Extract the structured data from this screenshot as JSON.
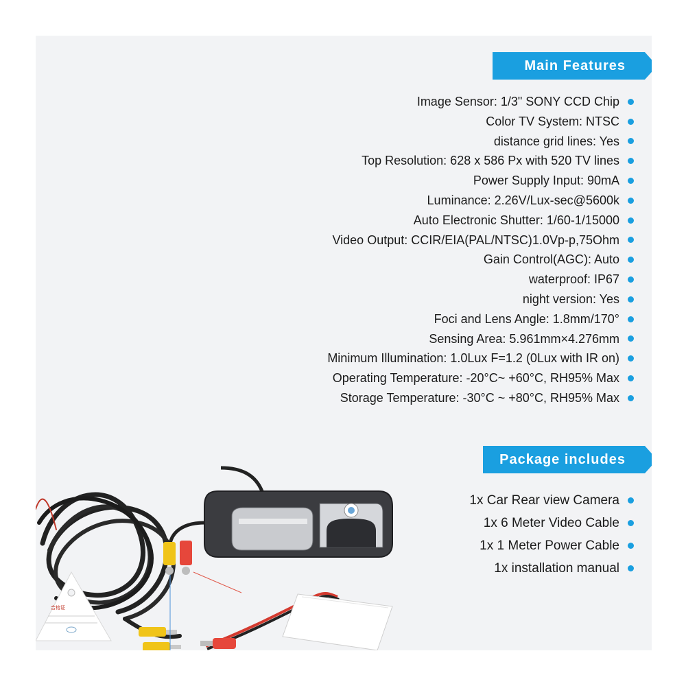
{
  "main_features": {
    "title": "Main Features",
    "items": [
      "Image Sensor: 1/3\" SONY CCD Chip",
      "Color TV System: NTSC",
      "distance grid lines: Yes",
      "Top Resolution: 628 x 586 Px with 520 TV lines",
      "Power Supply Input: 90mA",
      "Luminance: 2.26V/Lux-sec@5600k",
      "Auto Electronic Shutter: 1/60-1/15000",
      "Video Output: CCIR/EIA(PAL/NTSC)1.0Vp-p,75Ohm",
      "Gain Control(AGC): Auto",
      "waterproof: IP67",
      "night version: Yes",
      "Foci and Lens Angle: 1.8mm/170°",
      "Sensing Area: 5.961mm×4.276mm",
      "Minimum Illumination: 1.0Lux F=1.2 (0Lux with IR on)",
      "Operating Temperature: -20°C~ +60°C, RH95% Max",
      "Storage Temperature: -30°C ~ +80°C, RH95% Max"
    ]
  },
  "package_includes": {
    "title": "Package includes",
    "items": [
      "1x Car Rear view Camera",
      "1x 6 Meter Video Cable",
      "1x 1 Meter Power Cable",
      "1x installation manual"
    ]
  },
  "certificate": {
    "title": "合格证"
  },
  "colors": {
    "accent": "#1a9fe0",
    "panel": "#f2f3f5",
    "text": "#1b1b1b"
  }
}
